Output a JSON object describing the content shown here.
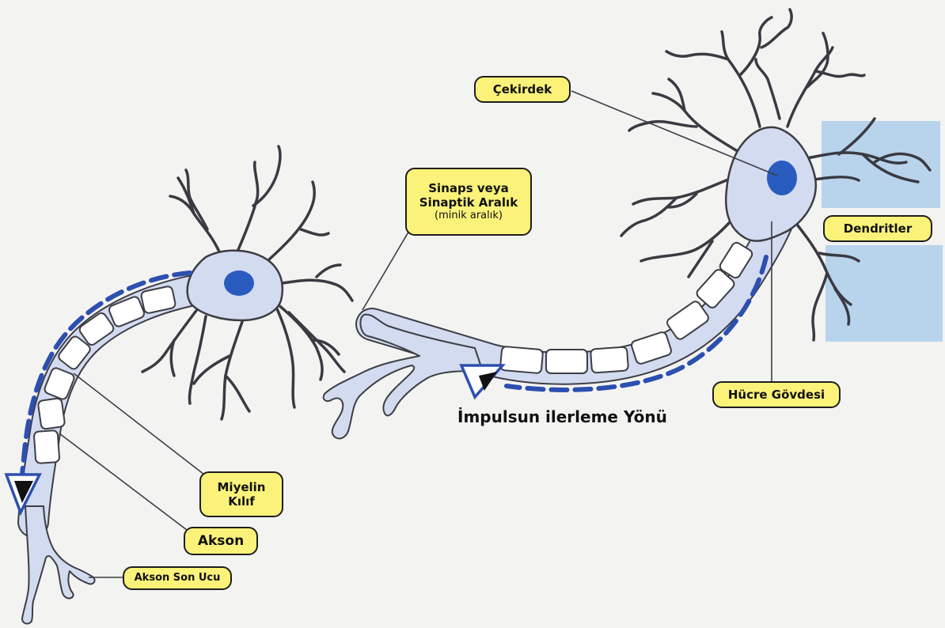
{
  "labels": {
    "cekirdek": "Çekirdek",
    "sinaps_line1": "Sinaps veya",
    "sinaps_line2": "Sinaptik Aralık",
    "sinaps_note": "(minik aralık)",
    "dendritler": "Dendritler",
    "hucre_govdesi": "Hücre Gövdesi",
    "miyelin_line1": "Miyelin",
    "miyelin_line2": "Kılıf",
    "akson": "Akson",
    "akson_son_ucu": "Akson Son Ucu"
  },
  "caption": "İmpulsun ilerleme Yönü",
  "colors": {
    "background": "#f3f3f1",
    "neuron_fill": "#d3dbf0",
    "neuron_outline": "#3d3d44",
    "nucleus": "#2a5cc0",
    "impulse_arrow": "#2c4fb0",
    "label_fill": "#fbf27a",
    "highlight_box": "#b8d4ec"
  }
}
